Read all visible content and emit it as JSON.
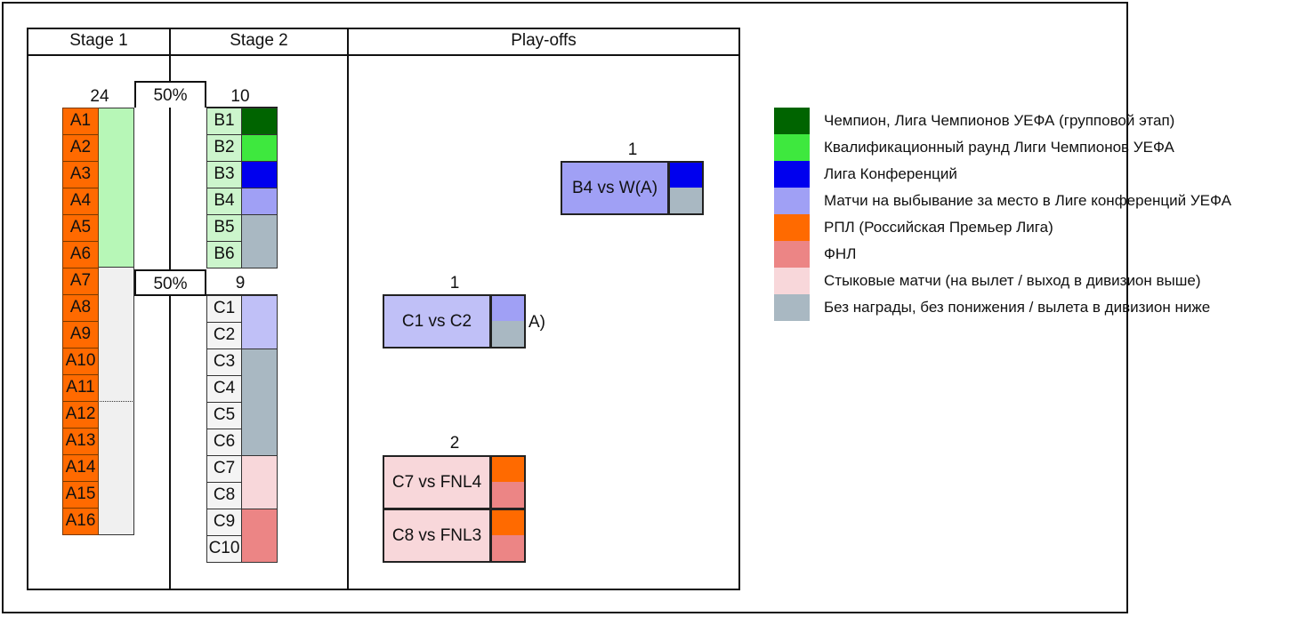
{
  "colors": {
    "champion": "#006400",
    "cl_qual": "#3ee83e",
    "conf_league": "#0000ee",
    "conf_playoff": "#a0a0f5",
    "rpl": "#ff6a00",
    "fnl": "#ec8585",
    "relegation_playoff": "#f8d7da",
    "no_award": "#a9b8c2",
    "stage1_green": "#b7f7b7",
    "stage1_gray": "#f0f0f0"
  },
  "headers": {
    "stage1": "Stage 1",
    "stage2": "Stage 2",
    "playoffs": "Play-offs"
  },
  "stage1": {
    "count": "24",
    "teams": [
      "A1",
      "A2",
      "A3",
      "A4",
      "A5",
      "A6",
      "A7",
      "A8",
      "A9",
      "A10",
      "A11",
      "A12",
      "A13",
      "A14",
      "A15",
      "A16"
    ]
  },
  "stage2": {
    "pct_top": "50%",
    "pct_bottom": "50%",
    "count_b": "10",
    "count_c": "9",
    "group_b": [
      "B1",
      "B2",
      "B3",
      "B4",
      "B5",
      "B6"
    ],
    "group_c": [
      "C1",
      "C2",
      "C3",
      "C4",
      "C5",
      "C6",
      "C7",
      "C8",
      "C9",
      "C10"
    ]
  },
  "playoffs": {
    "m1": {
      "count": "1",
      "label": "B4 vs W(A)"
    },
    "m2": {
      "count": "1",
      "label": "C1 vs C2",
      "note": "A)"
    },
    "m3": {
      "count": "2",
      "label1": "C7 vs FNL4",
      "label2": "C8 vs FNL3"
    }
  },
  "legend": [
    {
      "color": "#006400",
      "text": "Чемпион, Лига Чемпионов УЕФА (групповой этап)"
    },
    {
      "color": "#3ee83e",
      "text": "Квалификационный раунд Лиги Чемпионов УЕФА"
    },
    {
      "color": "#0000ee",
      "text": "Лига Конференций"
    },
    {
      "color": "#a0a0f5",
      "text": "Матчи на выбывание за место в Лиге конференций УЕФА"
    },
    {
      "color": "#ff6a00",
      "text": "РПЛ (Российская Премьер Лига)"
    },
    {
      "color": "#ec8585",
      "text": "ФНЛ"
    },
    {
      "color": "#f8d7da",
      "text": "Стыковые матчи (на вылет / выход в дивизион выше)"
    },
    {
      "color": "#a9b8c2",
      "text": "Без награды, без понижения / вылета в дивизион ниже"
    }
  ]
}
